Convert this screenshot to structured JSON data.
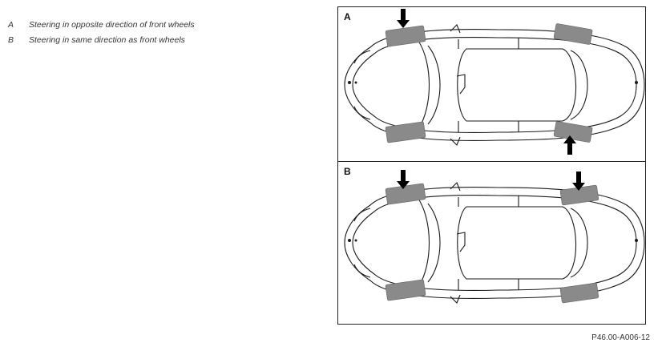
{
  "legend": [
    {
      "key": "A",
      "text": "Steering in opposite direction of front wheels"
    },
    {
      "key": "B",
      "text": "Steering in same direction as front wheels"
    }
  ],
  "panels": [
    {
      "label": "A"
    },
    {
      "label": "B"
    }
  ],
  "figure_id": "P46.00-A006-12",
  "colors": {
    "line": "#1a1a1a",
    "wheel": "#8a8a8a",
    "arrow": "#000000"
  }
}
